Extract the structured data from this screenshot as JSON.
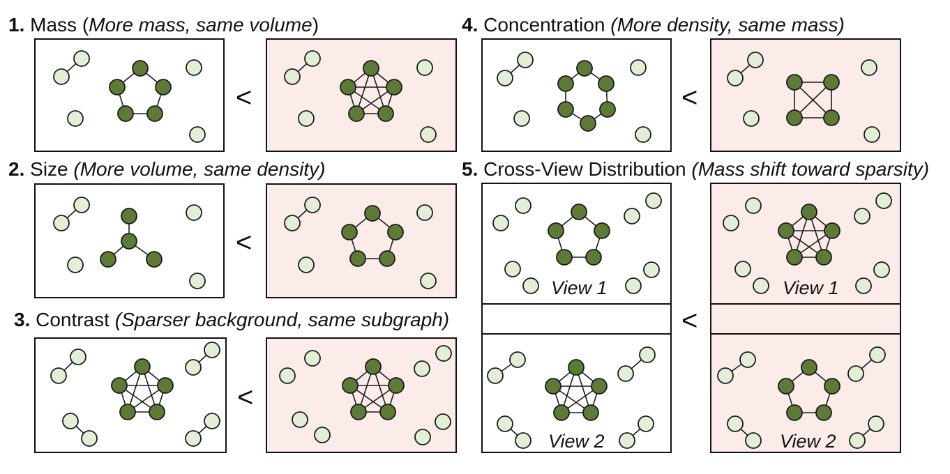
{
  "colors": {
    "node_dark": "#5d7a36",
    "node_light": "#e2efd6",
    "stroke": "#1a1a1a",
    "panel_highlight": "#fbecea"
  },
  "comparison_symbol": "<",
  "sections": [
    {
      "id": "mass",
      "number": "1.",
      "title": "Mass",
      "subtitle": "(More mass, same volume)",
      "subtitle_parts": [
        "(",
        "More mass, same volume",
        ")"
      ]
    },
    {
      "id": "size",
      "number": "2.",
      "title": "Size",
      "subtitle": "(More volume, same density)"
    },
    {
      "id": "contrast",
      "number": "3.",
      "title": "Contrast",
      "subtitle": "(Sparser background, same subgraph)"
    },
    {
      "id": "concentration",
      "number": "4.",
      "title": "Concentration",
      "subtitle": "(More density, same mass)"
    },
    {
      "id": "crossview",
      "number": "5.",
      "title": "Cross-View Distribution",
      "subtitle": "(Mass shift toward sparsity)",
      "view_labels": [
        "View 1",
        "View 2"
      ]
    }
  ]
}
